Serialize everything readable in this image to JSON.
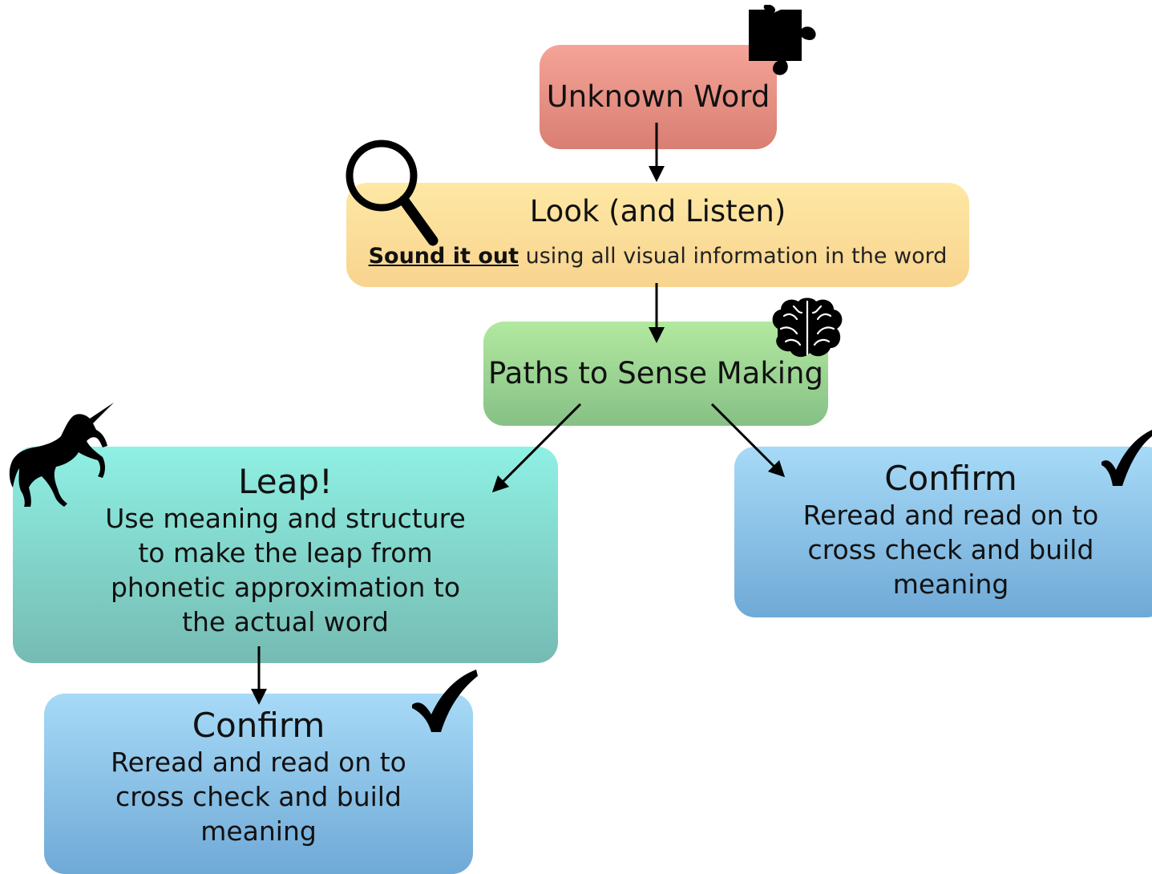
{
  "nodes": {
    "unknown_word": {
      "title": "Unknown Word"
    },
    "look": {
      "title": "Look (and Listen)",
      "underlined": "Sound it out",
      "rest": " using all visual information in the word"
    },
    "paths": {
      "title": "Paths to Sense Making"
    },
    "leap": {
      "title": "Leap!",
      "lines": [
        "Use meaning and structure",
        "to make the leap from",
        "phonetic approximation to",
        "the actual word"
      ]
    },
    "confirm_right": {
      "title": "Confirm",
      "lines": [
        "Reread and read on to",
        "cross check and build",
        "meaning"
      ]
    },
    "confirm_left": {
      "title": "Confirm",
      "lines": [
        "Reread and read on to",
        "cross check and build",
        "meaning"
      ]
    }
  },
  "icons": {
    "unknown_word": "puzzle-piece-icon",
    "look": "magnifying-glass-icon",
    "paths": "brain-icon",
    "leap": "unicorn-icon",
    "confirm": "checkmark-icon"
  },
  "colors": {
    "unknown_word": "#e8948a",
    "look": "#fbdf9a",
    "paths": "#9dd592",
    "leap": "#82d6cc",
    "confirm": "#8cc2e8"
  }
}
